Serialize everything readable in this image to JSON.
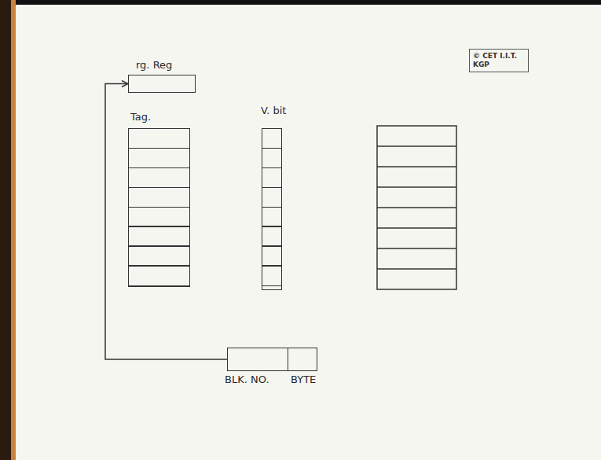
{
  "diagram": {
    "nodes": [
      {
        "text": [
          "rg. Reg"
        ]
      },
      {
        "text": [
          "Tag."
        ]
      },
      {
        "text": [
          "V. bit"
        ]
      },
      {
        "text": [
          "BLK. NO.",
          "BYTE"
        ]
      }
    ],
    "edges": [
      {
        "from": 3,
        "to": 0,
        "arrow": "to"
      }
    ],
    "labels": [
      "© CET I.I.T. KGP"
    ]
  }
}
